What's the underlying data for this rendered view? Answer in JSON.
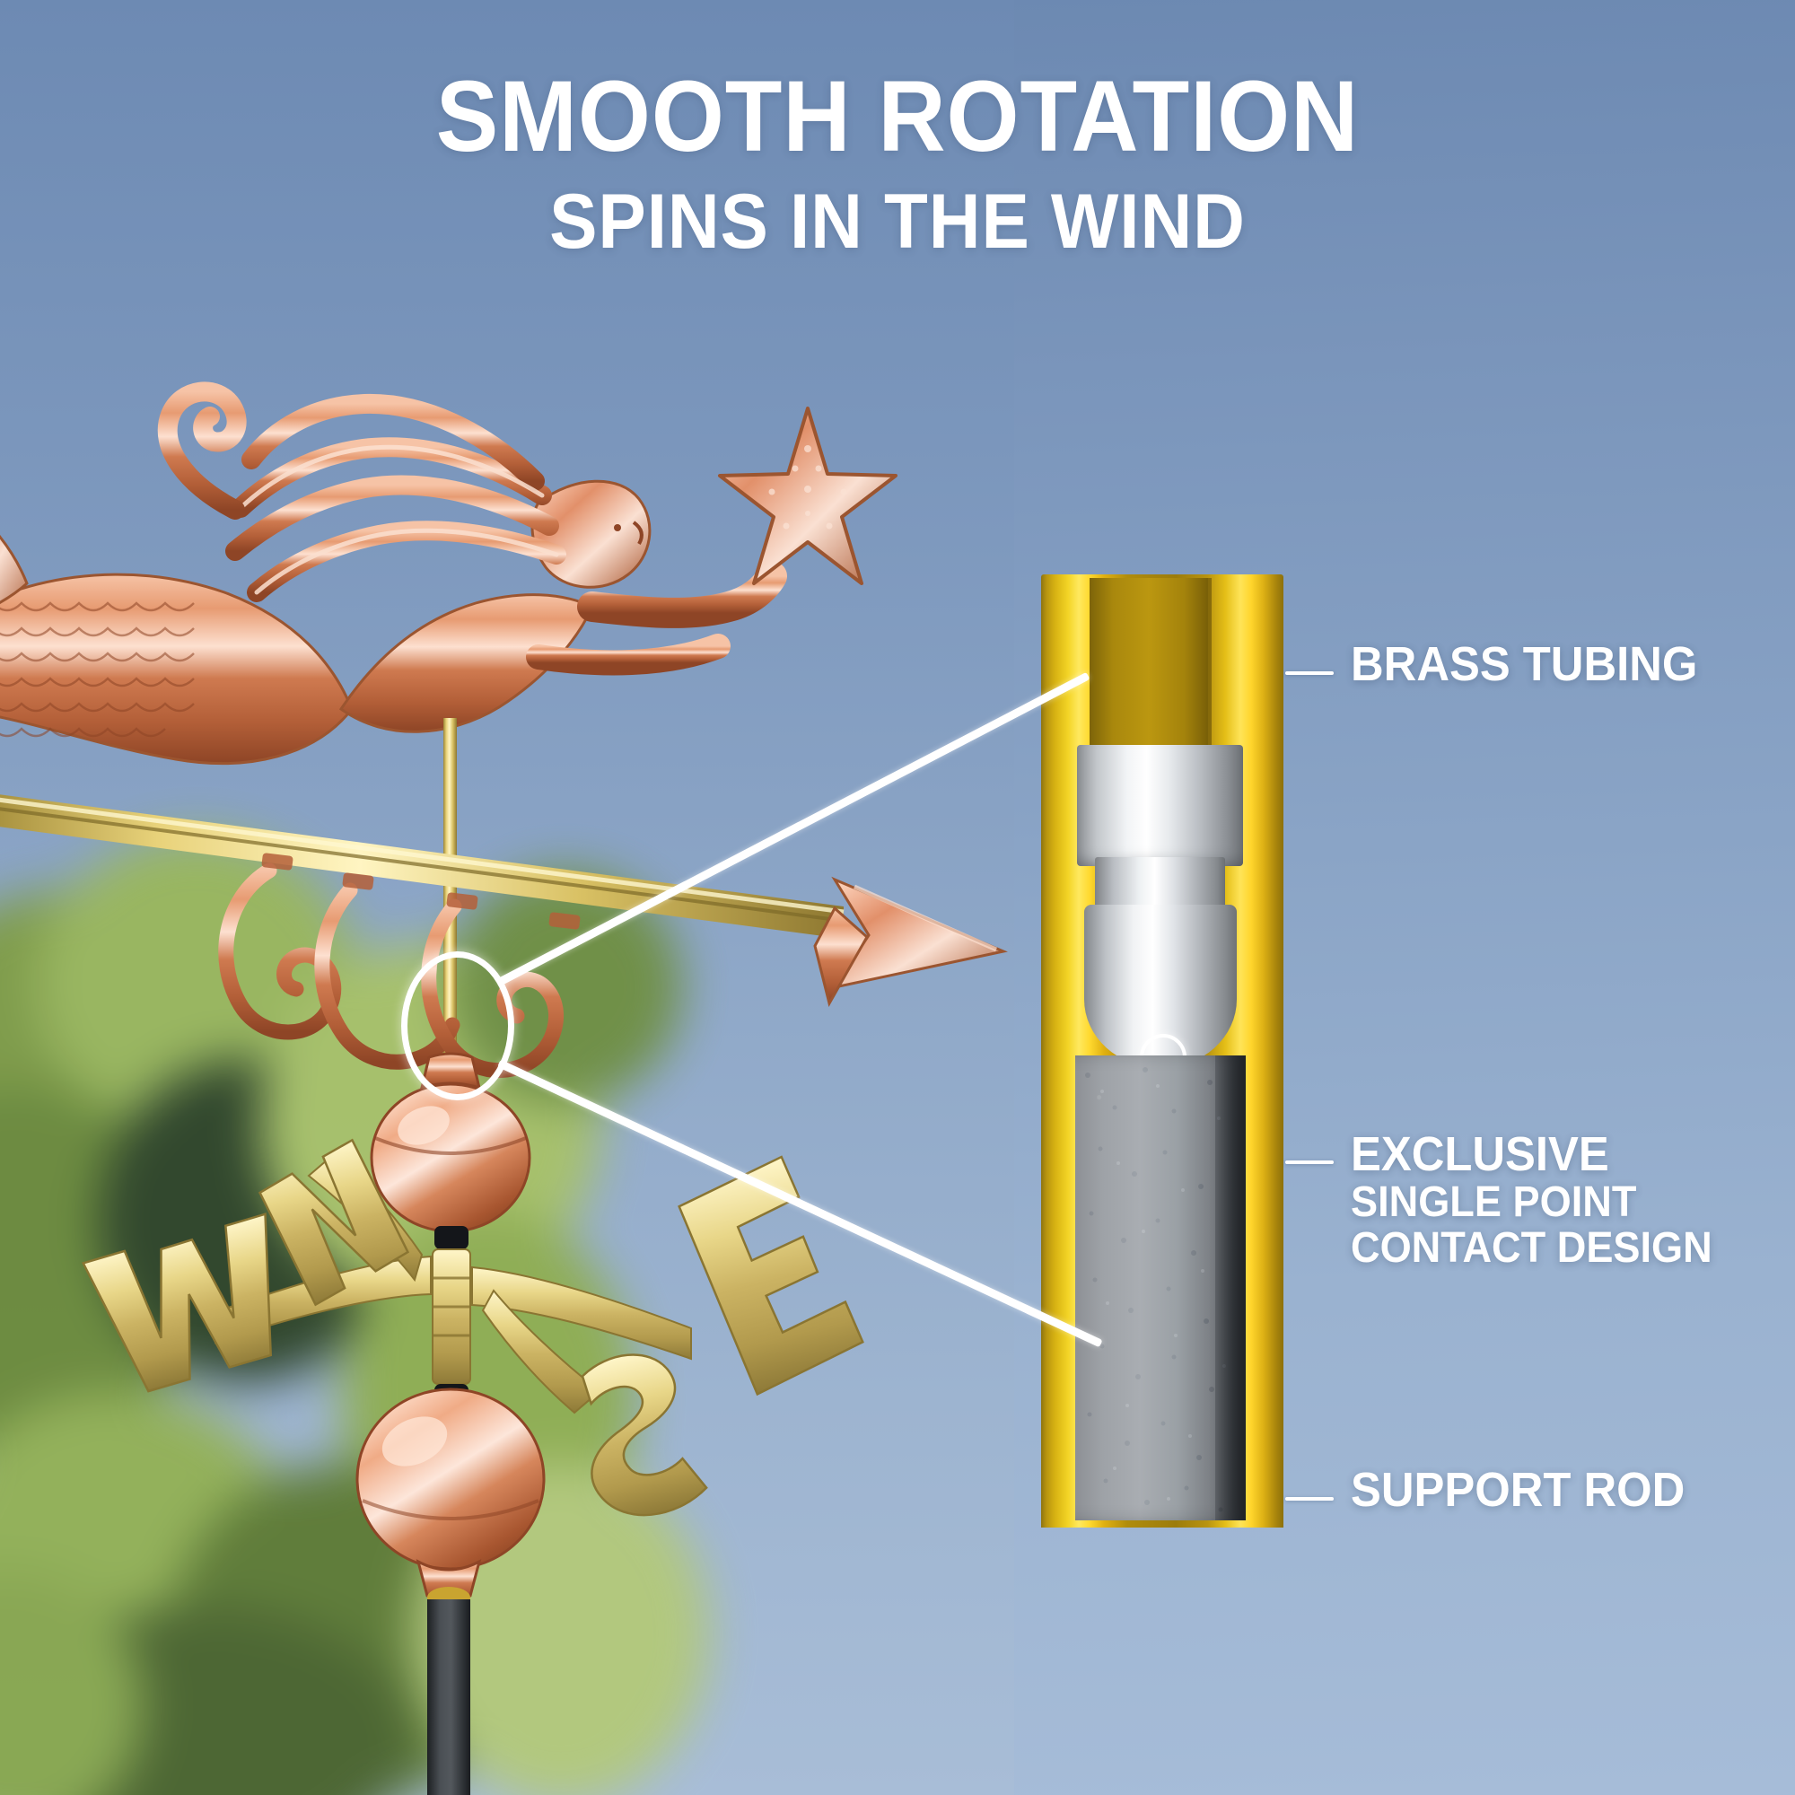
{
  "headline": {
    "line1": "SMOOTH ROTATION",
    "line2": "SPINS IN THE WIND"
  },
  "callouts": [
    {
      "id": "brass-tubing",
      "lines": [
        "BRASS TUBING"
      ]
    },
    {
      "id": "single-point-contact",
      "lines": [
        "EXCLUSIVE",
        "SINGLE POINT",
        "CONTACT DESIGN"
      ]
    },
    {
      "id": "support-rod",
      "lines": [
        "SUPPORT ROD"
      ]
    }
  ],
  "compass": {
    "north": "N",
    "south": "S",
    "east": "E",
    "west": "W"
  },
  "colors": {
    "background_top": "#6b88b1",
    "background_bottom": "#a6bcd8",
    "text": "#ffffff",
    "brass": "#d8b313",
    "brass_highlight": "#ffe95f",
    "copper": "#c8704a",
    "copper_highlight": "#f2b79a",
    "chrome": "#ffffff",
    "support_rod": "#9aa0a5",
    "pole": "#32363a",
    "foliage": "#7e9a45"
  },
  "product": {
    "figure": "mermaid-with-starfish",
    "material": "polished copper",
    "directional_material": "brass"
  }
}
